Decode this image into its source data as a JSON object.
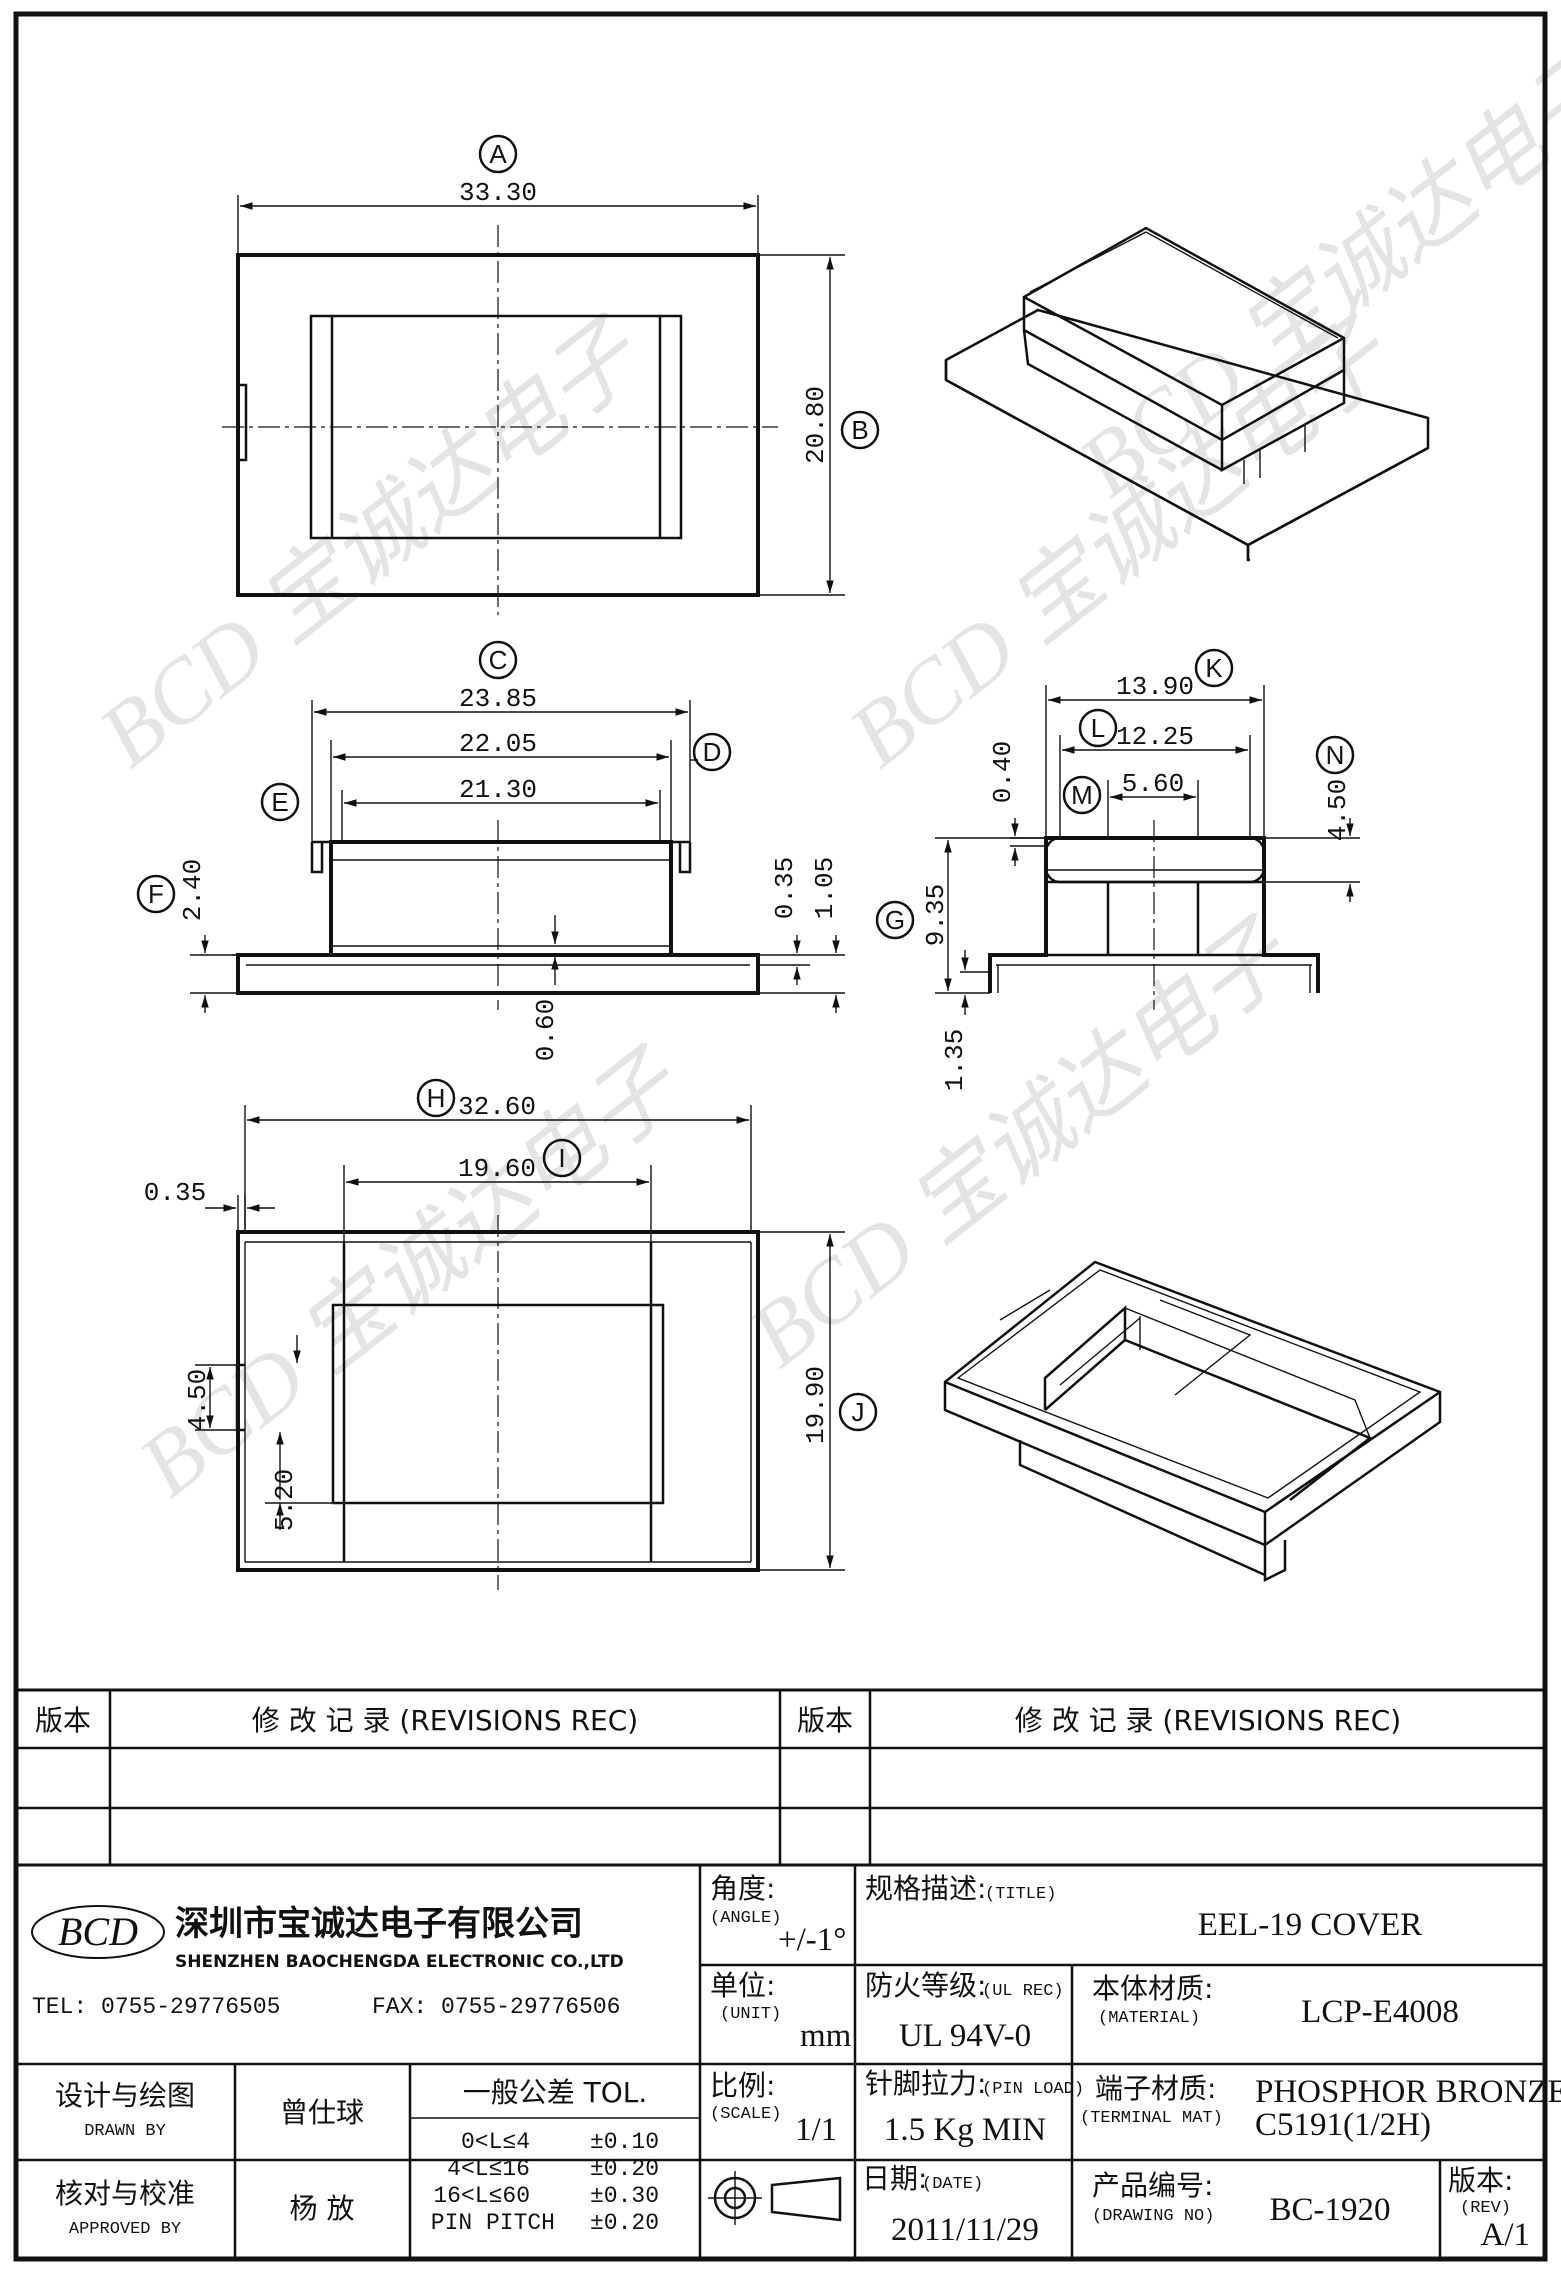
{
  "drawing": {
    "dimensions": [
      {
        "id": "A",
        "value": "33.30"
      },
      {
        "id": "B",
        "value": "20.80"
      },
      {
        "id": "C",
        "value": "23.85"
      },
      {
        "id": "D",
        "value": "22.05"
      },
      {
        "id": "D_inner",
        "value": "21.30"
      },
      {
        "id": "F_240",
        "value": "2.40"
      },
      {
        "id": "h035",
        "value": "0.35"
      },
      {
        "id": "h105",
        "value": "1.05"
      },
      {
        "id": "h060",
        "value": "0.60"
      },
      {
        "id": "K",
        "value": "13.90"
      },
      {
        "id": "L",
        "value": "12.25"
      },
      {
        "id": "M",
        "value": "5.60"
      },
      {
        "id": "h040",
        "value": "0.40"
      },
      {
        "id": "N",
        "value": "4.50"
      },
      {
        "id": "G",
        "value": "9.35"
      },
      {
        "id": "h135",
        "value": "1.35"
      },
      {
        "id": "H",
        "value": "32.60"
      },
      {
        "id": "I",
        "value": "19.60"
      },
      {
        "id": "w035",
        "value": "0.35"
      },
      {
        "id": "J",
        "value": "19.90"
      },
      {
        "id": "v450",
        "value": "4.50"
      },
      {
        "id": "v520",
        "value": "5.20"
      }
    ],
    "labels": [
      "A",
      "B",
      "C",
      "D",
      "E",
      "F",
      "G",
      "H",
      "I",
      "J",
      "K",
      "L",
      "M",
      "N"
    ],
    "watermark": "BCD 宝诚达电子"
  },
  "title_block": {
    "rev_header": "版本",
    "rev_records": "修  改  记  录  (REVISIONS REC)",
    "company_logo": "BCD",
    "company_cn": "深圳市宝诚达电子有限公司",
    "company_en": "SHENZHEN BAOCHENGDA ELECTRONIC CO.,LTD",
    "tel": "TEL: 0755-29776505",
    "fax": "FAX: 0755-29776506",
    "angle_cn": "角度:",
    "angle_en": "(ANGLE)",
    "angle_val": "+/-1°",
    "title_cn": "规格描述:",
    "title_en": "(TITLE)",
    "title_val": "EEL-19 COVER",
    "unit_cn": "单位:",
    "unit_en": "(UNIT)",
    "unit_val": "mm",
    "ul_cn": "防火等级:",
    "ul_en": "(UL REC)",
    "ul_val": "UL 94V-0",
    "material_cn": "本体材质:",
    "material_en": "(MATERIAL)",
    "material_val": "LCP-E4008",
    "designer_cn": "设计与绘图",
    "designer_en": "DRAWN BY",
    "designer_name": "曾仕球",
    "tol_header": "一般公差 TOL.",
    "tol_rows": [
      {
        "range": "0<L≤4",
        "tol": "±0.10"
      },
      {
        "range": "4<L≤16",
        "tol": "±0.20"
      },
      {
        "range": "16<L≤60",
        "tol": "±0.30"
      },
      {
        "range": "PIN PITCH",
        "tol": "±0.20"
      }
    ],
    "scale_cn": "比例:",
    "scale_en": "(SCALE)",
    "scale_val": "1/1",
    "pinload_cn": "针脚拉力:",
    "pinload_en": "(PIN LOAD)",
    "pinload_val": "1.5 Kg MIN",
    "terminal_cn": "端子材质:",
    "terminal_en": "(TERMINAL MAT)",
    "terminal_val1": "PHOSPHOR BRONZE:",
    "terminal_val2": "C5191(1/2H)",
    "checker_cn": "核对与校准",
    "checker_en": "APPROVED BY",
    "checker_name": "杨  放",
    "date_cn": "日期:",
    "date_en": "(DATE)",
    "date_val": "2011/11/29",
    "drawing_no_cn": "产品编号:",
    "drawing_no_en": "(DRAWING NO)",
    "drawing_no_val": "BC-1920",
    "rev_cn": "版本:",
    "rev_en": "(REV)",
    "rev_val": "A/1"
  }
}
